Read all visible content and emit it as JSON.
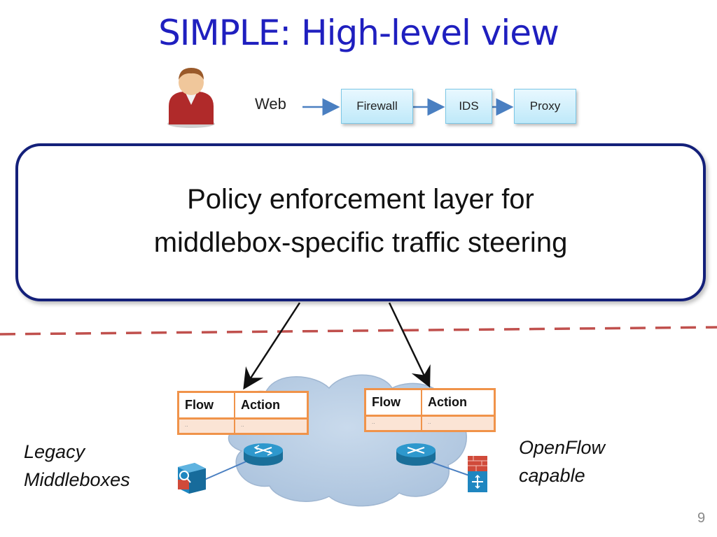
{
  "title": "SIMPLE: High-level view",
  "chain": {
    "source": "Web",
    "middleboxes": [
      "Firewall",
      "IDS",
      "Proxy"
    ]
  },
  "policy_box": {
    "line1": "Policy enforcement layer for",
    "line2": "middlebox-specific traffic steering"
  },
  "flow_tables": [
    {
      "headers": [
        "Flow",
        "Action"
      ],
      "row": [
        "..",
        ".."
      ]
    },
    {
      "headers": [
        "Flow",
        "Action"
      ],
      "row": [
        "..",
        ".."
      ]
    }
  ],
  "labels": {
    "legacy_line1": "Legacy",
    "legacy_line2": "Middleboxes",
    "openflow_line1": "OpenFlow",
    "openflow_line2": "capable"
  },
  "page_number": "9",
  "colors": {
    "title": "#1f1fbf",
    "policy_border": "#14207a",
    "table_border": "#f0934a",
    "cloud": "#b7cde4",
    "divider": "#c0504d",
    "chain_arrow": "#4a7fc1"
  },
  "icons": [
    "user-icon",
    "router-icon",
    "legacy-middlebox-icon",
    "firewall-device-icon"
  ]
}
